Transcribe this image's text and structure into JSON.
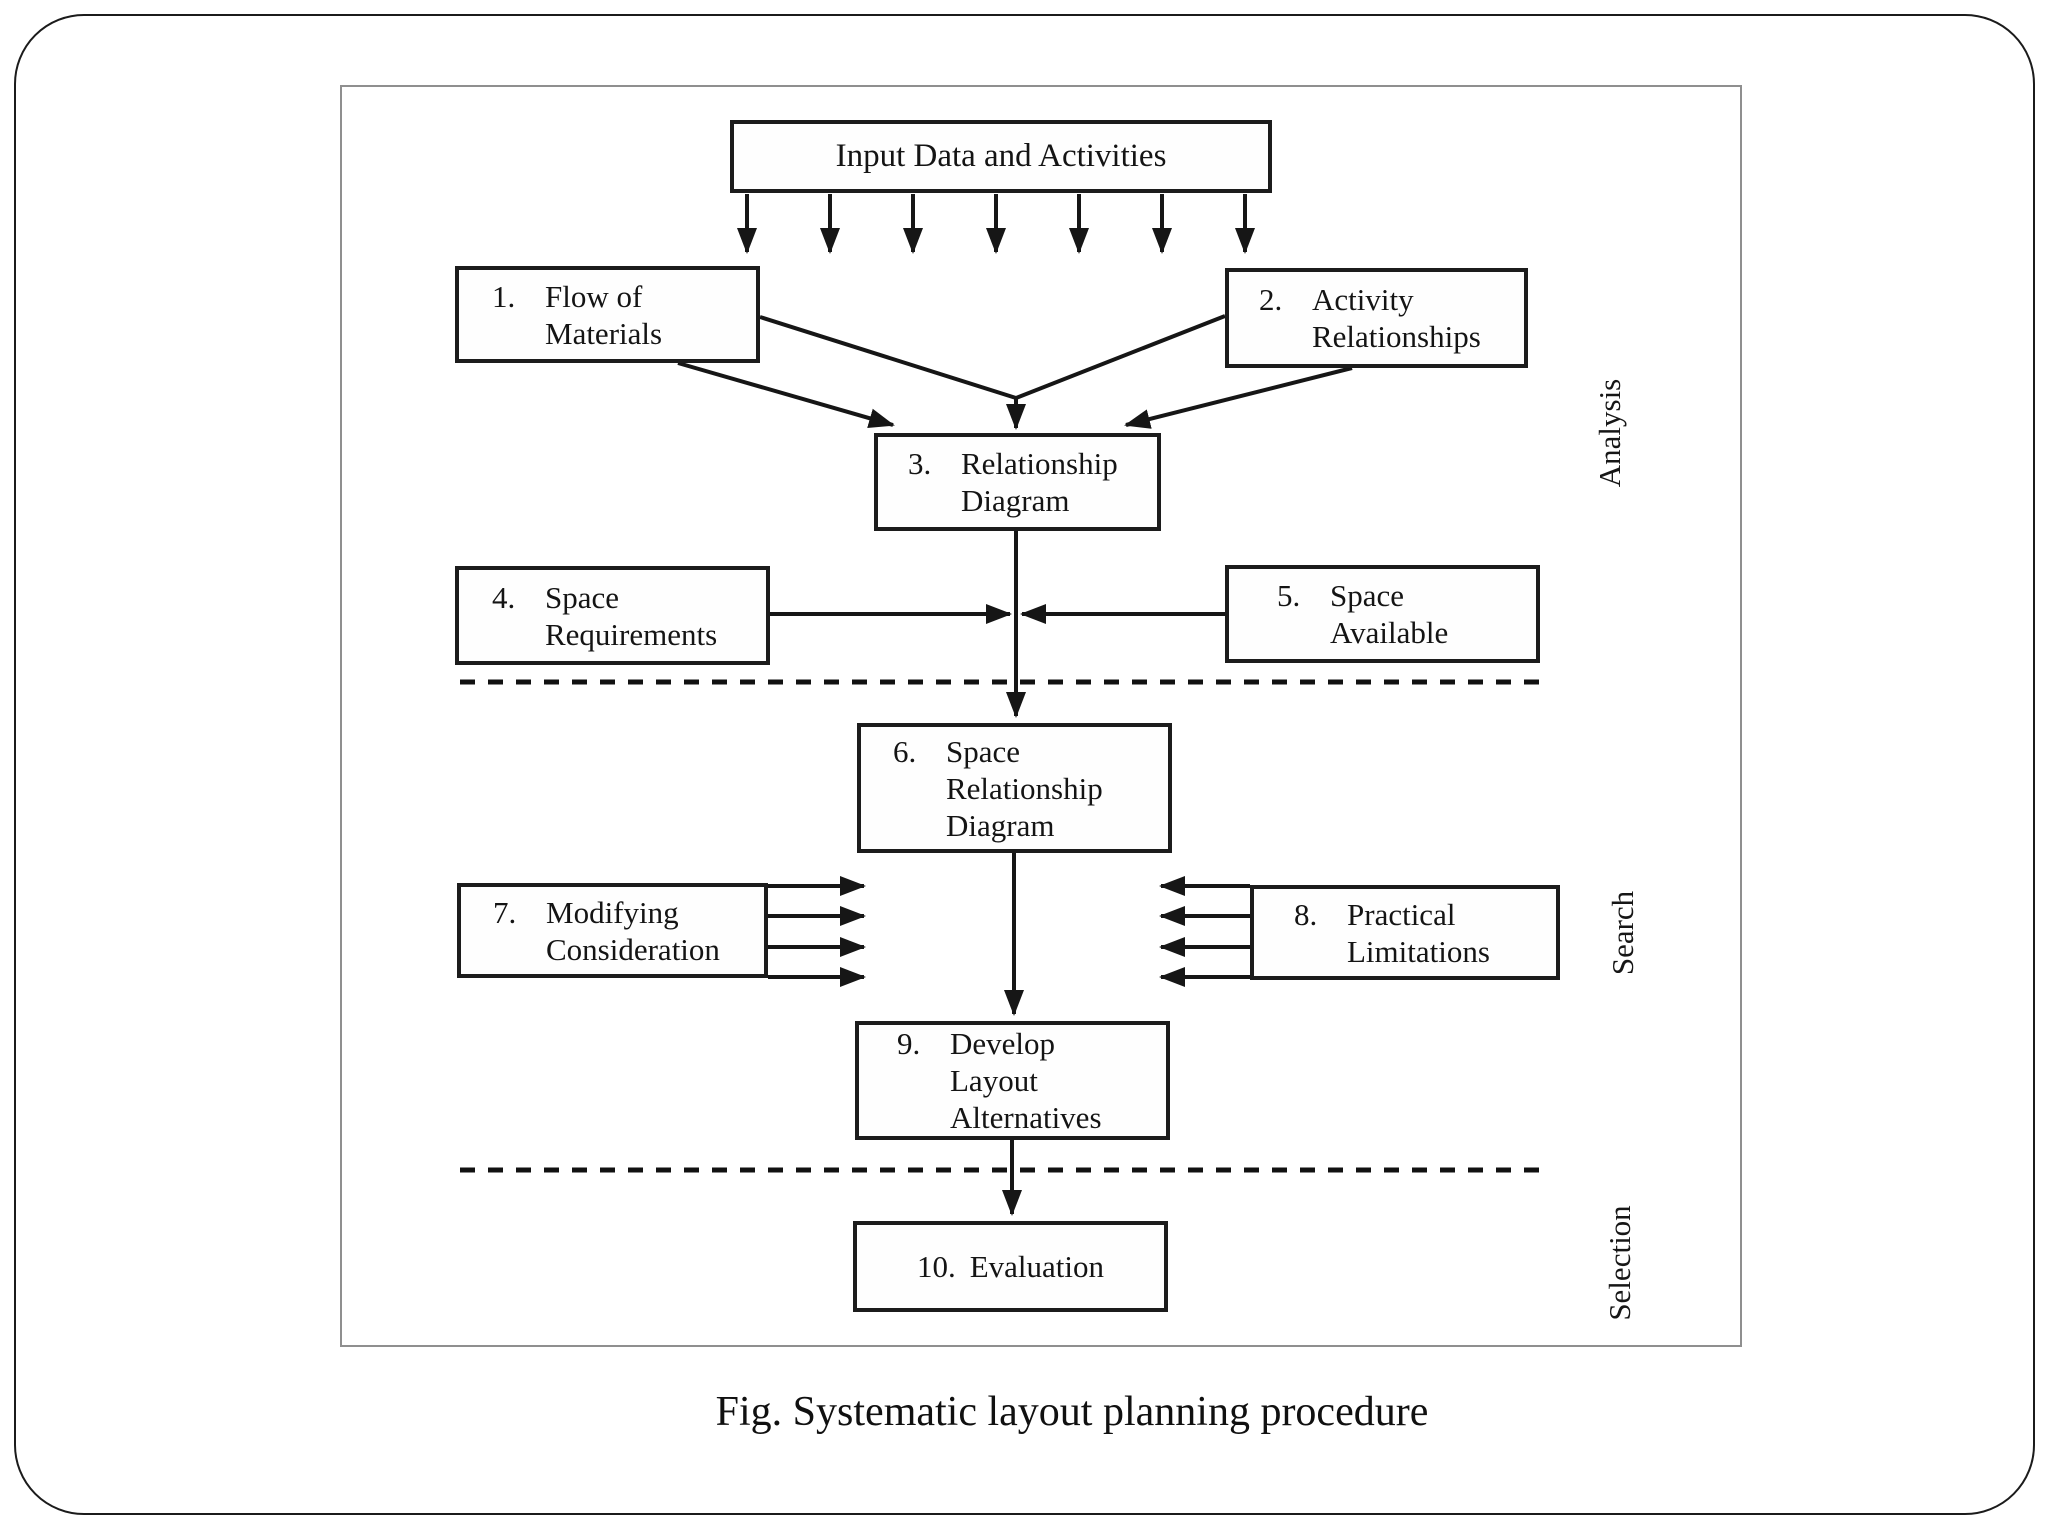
{
  "slide": {
    "caption": "Fig. Systematic layout planning procedure"
  },
  "diagram": {
    "input_box": "Input Data and Activities",
    "nodes": [
      {
        "num": "1.",
        "label": "Flow of\nMaterials"
      },
      {
        "num": "2.",
        "label": "Activity\nRelationships"
      },
      {
        "num": "3.",
        "label": "Relationship\nDiagram"
      },
      {
        "num": "4.",
        "label": "Space\nRequirements"
      },
      {
        "num": "5.",
        "label": "Space\nAvailable"
      },
      {
        "num": "6.",
        "label": "Space\nRelationship\nDiagram"
      },
      {
        "num": "7.",
        "label": "Modifying\nConsideration"
      },
      {
        "num": "8.",
        "label": "Practical\nLimitations"
      },
      {
        "num": "9.",
        "label": "Develop\nLayout\nAlternatives"
      },
      {
        "num": "10.",
        "label": "Evaluation"
      }
    ],
    "phases": [
      {
        "label": "Analysis"
      },
      {
        "label": "Search"
      },
      {
        "label": "Selection"
      }
    ]
  }
}
